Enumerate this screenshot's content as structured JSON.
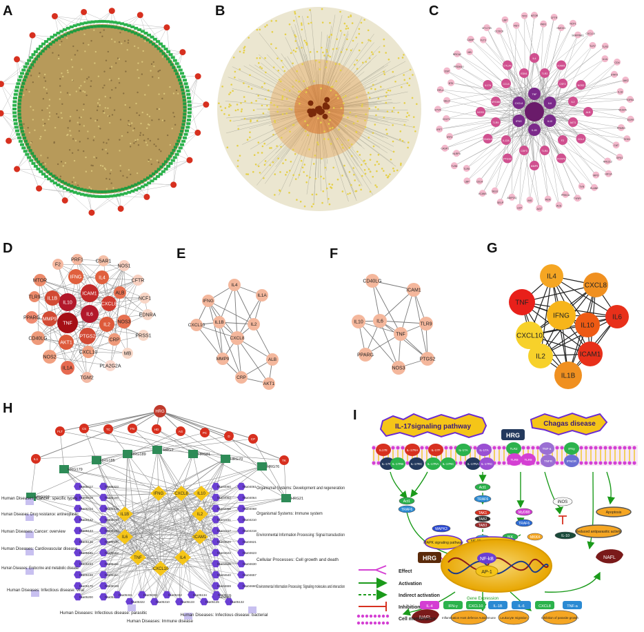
{
  "panels": {
    "A": "A",
    "B": "B",
    "C": "C",
    "D": "D",
    "E": "E",
    "F": "F",
    "G": "G",
    "H": "H",
    "I": "I"
  },
  "colors": {
    "green_ring": "#2bb24c",
    "dense_core": "#b79a5a",
    "red_node": "#d7301f",
    "peach": "#f4b79c",
    "salmon": "#ef8a70",
    "dark_red": "#b2182b",
    "hub_purple": "#6a1b6a",
    "pink": "#f3b9cc",
    "yellow_diamond": "#f5c518",
    "violet_hex": "#6a3fd3",
    "teal_square": "#2e8b57"
  },
  "panel_c": {
    "hub": [
      "TNF",
      "IL6",
      "IL10",
      "IL1B",
      "IFNG",
      "CXCL8"
    ],
    "inner": [
      "IL4",
      "TLR2",
      "ICAM1",
      "CSF2",
      "NOS2",
      "IL2",
      "ALB",
      "AKT1",
      "CCL2",
      "F2",
      "FOXP3",
      "TLR4",
      "MMP9",
      "CSF3",
      "PTGS2",
      "IL12A",
      "CD40LG",
      "TLR9",
      "NOS3",
      "MYD88",
      "IL17A",
      "CCL5",
      "CTLA4",
      "EDN1"
    ],
    "outer": [
      "MTOR",
      "PRF1",
      "CFTR",
      "HMOX1",
      "NCF1",
      "SERPINE1",
      "CXCL10",
      "TLR7",
      "TLR3",
      "IL1A",
      "CD4",
      "STAT3",
      "JAK2",
      "IL18",
      "TGFB1",
      "VEGFA",
      "EGFR",
      "PPARG",
      "SOD1",
      "CAT",
      "GPX1",
      "NFE2L2",
      "HIF1A",
      "MPO",
      "ELANE",
      "TYR",
      "TYRP1",
      "PRKCA",
      "ACE",
      "REN",
      "AGT",
      "INS",
      "LEP",
      "ADIPOQ",
      "SELP",
      "SELE",
      "VCAM1",
      "CD14",
      "LBP",
      "TLR5",
      "TLR8",
      "NLRP3",
      "CASP1",
      "IRF3",
      "IRF7",
      "CD274",
      "ETV5",
      "SELO",
      "RPL4",
      "BTK",
      "DSP",
      "PRDM10",
      "BRCA2",
      "MB",
      "CAMP",
      "FLT3",
      "MT-CYB",
      "CCDC8",
      "LBP",
      "RET",
      "TPO"
    ]
  },
  "panel_d": {
    "nodes": [
      "IL6",
      "TNF",
      "IL10",
      "ICAM1",
      "CXCL8",
      "IL1B",
      "PTGS2",
      "MMP9",
      "IL2",
      "IFNG",
      "IL4",
      "AKT1",
      "NOS3",
      "ALB",
      "TLR9",
      "MTOR",
      "CD40LG",
      "CRP",
      "PPARG",
      "CXCL10",
      "NOS2",
      "IL1A",
      "F2",
      "PRF1",
      "C5AR1",
      "NOS1",
      "CFTR",
      "NCF1",
      "EDNRA",
      "PRSS1",
      "MB",
      "PLA2G2A",
      "TGM2"
    ]
  },
  "panel_e": {
    "nodes": [
      "IL4",
      "IL1A",
      "IFNG",
      "CXCL10",
      "IL1B",
      "IL2",
      "CXCL8",
      "MMP9",
      "ALB",
      "CRP",
      "AKT1"
    ]
  },
  "panel_f": {
    "nodes": [
      "CD40LG",
      "ICAM1",
      "IL10",
      "IL6",
      "TNF",
      "TLR9",
      "PPARG",
      "NOS3",
      "PTGS2"
    ]
  },
  "panel_g": {
    "nodes": [
      "IL4",
      "CXCL8",
      "TNF",
      "IFNG",
      "IL6",
      "CXCL10",
      "IL10",
      "IL2",
      "ICAM1",
      "IL1B"
    ]
  },
  "panel_h": {
    "top": "HRG",
    "red_octagons": [
      "IL1",
      "FLT",
      "C5",
      "TC",
      "FN",
      "HD",
      "AG",
      "PC",
      "D",
      "CP",
      "TK"
    ],
    "squares": [
      "HRG107",
      "HRG179",
      "HRG185",
      "HRG189",
      "HRG2",
      "HRG81",
      "HRG70",
      "HRG76",
      "HRG21"
    ],
    "diamonds": [
      "IFNG",
      "CXCL8",
      "IL10",
      "IL1B",
      "IL2",
      "IL6",
      "ICAM1",
      "TNF",
      "IL4",
      "CXCL10"
    ],
    "hex_left": [
      "hsa05323",
      "hsa05417",
      "hsa05166",
      "hsa05418",
      "hsa05410",
      "hsa05414",
      "hsa05140",
      "hsa05142",
      "hsa05143",
      "hsa05144",
      "hsa05145",
      "hsa05146",
      "hsa05152",
      "hsa05161",
      "hsa05162",
      "hsa05163",
      "hsa05164",
      "hsa05168",
      "hsa05169",
      "hsa05170",
      "hsa05171",
      "hsa05200"
    ],
    "hex_right": [
      "hsa04060",
      "hsa04061",
      "hsa04062",
      "hsa04064",
      "hsa04066",
      "hsa04068",
      "hsa04151",
      "hsa04210",
      "hsa04217",
      "hsa04218",
      "hsa04620",
      "hsa04621",
      "hsa04622",
      "hsa04623",
      "hsa04625",
      "hsa04630",
      "hsa04640",
      "hsa04657",
      "hsa04659",
      "hsa04660",
      "hsa04668"
    ],
    "hex_bottom": [
      "hsa05321",
      "hsa05322",
      "hsa05330",
      "hsa05310",
      "hsa05332",
      "hsa05133",
      "hsa05134",
      "hsa05135",
      "hsa05131",
      "hsa05132"
    ],
    "categories_left": [
      "Human Diseases: Cancer: specific types",
      "Human Diseases: Drug resistance: antineoplastic",
      "Human Diseases: Cancer: overview",
      "Human Diseases: Cardiovascular disease",
      "Human Diseases: Endocrine and metabolic disease",
      "Human Diseases: Infectious disease: viral"
    ],
    "categories_right": [
      "Organismal Systems: Development and regeneration",
      "Organismal Systems: Immune system",
      "Environmental Information Processing: Signal transduction",
      "Cellular Processes: Cell growth and death",
      "Environmental Information Processing: Signaling molecules and interaction"
    ],
    "categories_bottom": [
      "Human Diseases: Infectious disease: parasitic",
      "Human Diseases: Immune disease",
      "Human Diseases: Infectious disease: bacterial"
    ]
  },
  "panel_i": {
    "banner_left": "IL-17signaling pathway",
    "banner_right": "Chagas disease",
    "hrg_top": "HRG",
    "hrg_bottom": "HRG",
    "receptors": [
      "IL17E",
      "IL-17RA",
      "IL-17RB",
      "IL-17RA",
      "IL-17RC",
      "IL-17F",
      "IL-17RA",
      "IL-17RC",
      "IL-17A",
      "IL-17A",
      "IL-17RA",
      "IL-17RC",
      "TLR2",
      "TLR9",
      "TLR9",
      "TNF-a",
      "TNFR",
      "IFNy",
      "IFNGR"
    ],
    "nodes": [
      "Act1",
      "TRAF6",
      "Act1",
      "TRAF6",
      "TAK1",
      "TAB2",
      "TAB3",
      "IKK",
      "MAPK3",
      "MyD88",
      "TRAF6",
      "IKK",
      "MKK4",
      "iNOS",
      "IL-10",
      "NF-kB",
      "AP-1"
    ],
    "boxes": [
      "MAPK signaling pathway",
      "NF-?B signaling pathway",
      "Apoptosis",
      "Reduced antiparasitic activity",
      "Gene Expression"
    ],
    "outputs": [
      "IL-4",
      "IFN-y",
      "CXCL10",
      "IL-1B",
      "IL-6",
      "CXCL8",
      "TNF-a"
    ],
    "effects": [
      "Inflammation Host defence Autoimmune",
      "Leukocyte migration",
      "Inhibition of parasite growth"
    ],
    "nafl": "NAFL",
    "legend": [
      "Effect",
      "Activation",
      "Indirect activation",
      "Inhibition",
      "Cell membrance"
    ]
  }
}
